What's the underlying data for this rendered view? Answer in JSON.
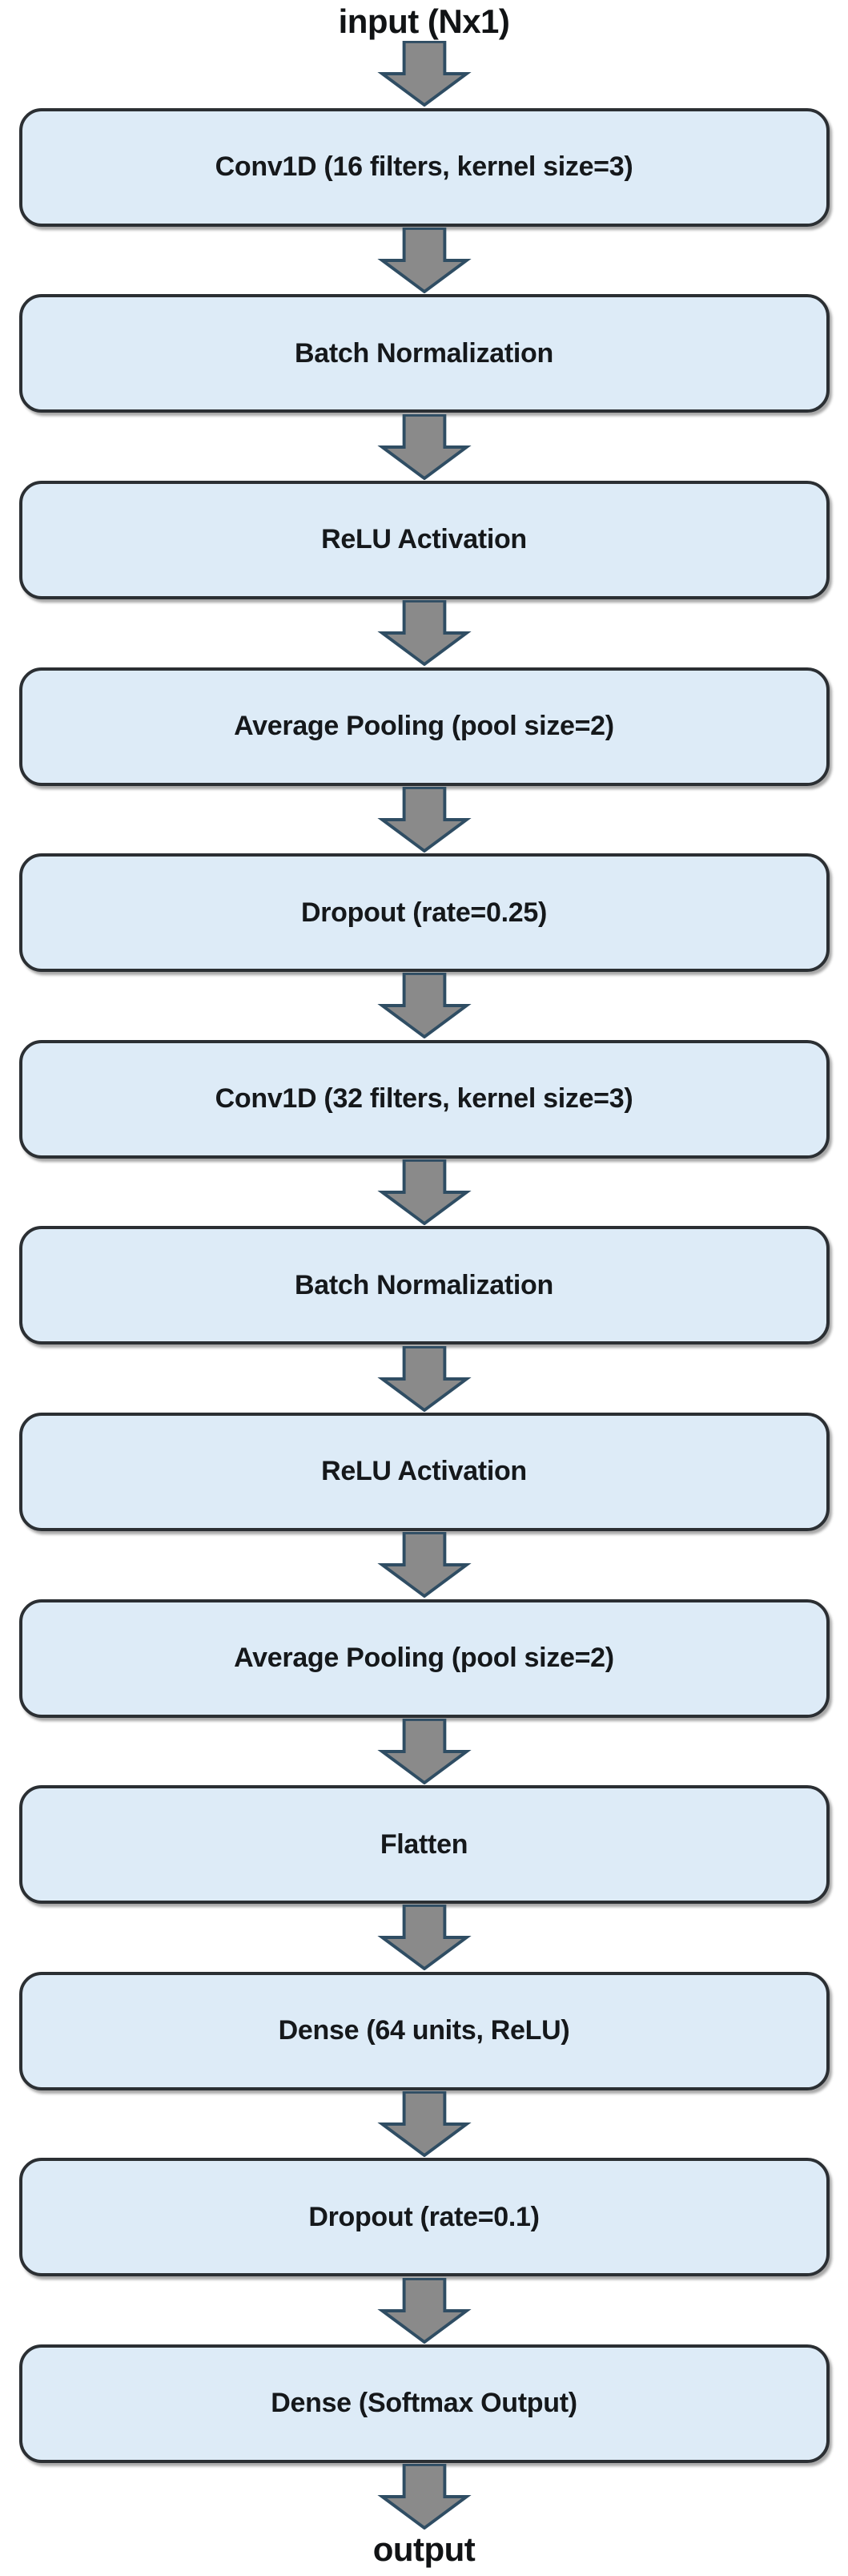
{
  "diagram": {
    "input_label": "input (Nx1)",
    "output_label": "output",
    "layers": [
      {
        "label": "Conv1D (16 filters, kernel size=3)"
      },
      {
        "label": "Batch Normalization"
      },
      {
        "label": "ReLU Activation"
      },
      {
        "label": "Average Pooling (pool size=2)"
      },
      {
        "label": "Dropout (rate=0.25)"
      },
      {
        "label": "Conv1D (32 filters, kernel size=3)"
      },
      {
        "label": "Batch Normalization"
      },
      {
        "label": "ReLU Activation"
      },
      {
        "label": "Average Pooling (pool size=2)"
      },
      {
        "label": "Flatten"
      },
      {
        "label": "Dense (64 units, ReLU)"
      },
      {
        "label": "Dropout (rate=0.1)"
      },
      {
        "label": "Dense (Softmax Output)"
      }
    ]
  },
  "colors": {
    "background": "#ffffff",
    "box_fill": "#ddebf7",
    "box_border": "#2b2f33",
    "arrow_fill": "#8a8a8a",
    "arrow_stroke": "#2f4d63",
    "text": "#15181b"
  }
}
